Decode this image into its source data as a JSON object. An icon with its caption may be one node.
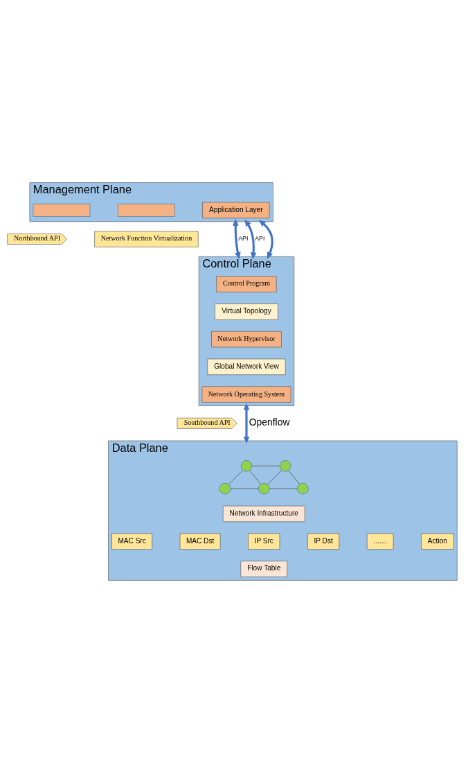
{
  "diagram": {
    "nodes": [
      {
        "text": [
          "Management Plane"
        ]
      },
      {
        "text": [],
        "shape": "box",
        "in": 0
      },
      {
        "text": [],
        "shape": "box",
        "in": 0
      },
      {
        "text": [
          "Application Layer"
        ],
        "in": 0
      },
      {
        "text": [
          "Northbound API"
        ]
      },
      {
        "text": [
          "Network Function Virtualization"
        ]
      },
      {
        "text": [
          "Control Plane"
        ]
      },
      {
        "text": [
          "Control Program"
        ],
        "in": 6
      },
      {
        "text": [
          "Virtual Topology"
        ],
        "in": 6
      },
      {
        "text": [
          "Network Hypervisor"
        ],
        "in": 6
      },
      {
        "text": [
          "Global Network View"
        ],
        "in": 6
      },
      {
        "text": [
          "Network Operating System"
        ],
        "in": 6
      },
      {
        "text": [
          "Southbound API"
        ]
      },
      {
        "text": [
          "Data Plane"
        ]
      },
      {
        "text": [],
        "shape": "circle",
        "in": 13
      },
      {
        "text": [],
        "shape": "circle",
        "in": 13
      },
      {
        "text": [],
        "shape": "circle",
        "in": 13
      },
      {
        "text": [],
        "shape": "circle",
        "in": 13
      },
      {
        "text": [],
        "shape": "circle",
        "in": 13
      },
      {
        "text": [
          "Network Infrastructure"
        ],
        "in": 13
      },
      {
        "text": [
          "MAC Src"
        ],
        "in": 13
      },
      {
        "text": [
          "MAC Dst"
        ],
        "in": 13
      },
      {
        "text": [
          "IP Src"
        ],
        "in": 13
      },
      {
        "text": [
          "IP Dst"
        ],
        "in": 13
      },
      {
        "text": [
          "......."
        ],
        "in": 13
      },
      {
        "text": [
          "Action"
        ],
        "in": 13
      },
      {
        "text": [
          "Flow Table"
        ],
        "in": 13
      }
    ],
    "edges": [
      {
        "from": 0,
        "to": 6,
        "arrow": "both",
        "label": "API",
        "style": "thick",
        "color": "#4472c4"
      },
      {
        "from": 0,
        "to": 6,
        "arrow": "both",
        "label": "API",
        "style": "thick",
        "color": "#4472c4"
      },
      {
        "from": 0,
        "to": 6,
        "arrow": "both",
        "style": "thick",
        "color": "#4472c4"
      },
      {
        "from": 6,
        "to": 13,
        "arrow": "both",
        "label": "Openflow",
        "style": "thick",
        "color": "#4472c4"
      },
      {
        "from": 14,
        "to": 15,
        "arrow": "none"
      },
      {
        "from": 14,
        "to": 16,
        "arrow": "none"
      },
      {
        "from": 14,
        "to": 17,
        "arrow": "none"
      },
      {
        "from": 16,
        "to": 17,
        "arrow": "none"
      },
      {
        "from": 17,
        "to": 15,
        "arrow": "none"
      },
      {
        "from": 15,
        "to": 18,
        "arrow": "none"
      },
      {
        "from": 17,
        "to": 18,
        "arrow": "none"
      }
    ]
  }
}
